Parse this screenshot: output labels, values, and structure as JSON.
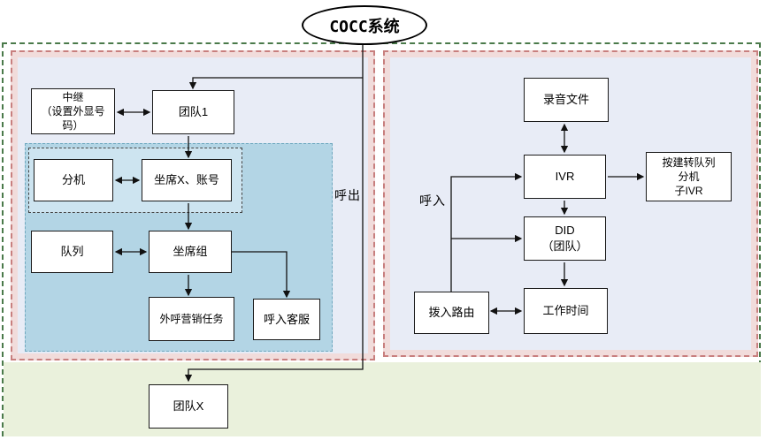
{
  "title": "COCC系统",
  "labels": {
    "outbound": "呼出",
    "inbound": "呼入"
  },
  "boxes": {
    "trunk": "中继\n（设置外显号\n码）",
    "team1": "团队1",
    "extension": "分机",
    "agent_x": "坐席X、账号",
    "queue": "队列",
    "agent_group": "坐席组",
    "outbound_task": "外呼营销任务",
    "inbound_service": "呼入客服",
    "team_x": "团队X",
    "recording": "录音文件",
    "ivr": "IVR",
    "key_transfer": "按建转队列\n分机\n子IVR",
    "did": "DID\n（团队）",
    "work_time": "工作时间",
    "dialin_route": "拨入路由"
  },
  "colors": {
    "outer_border": "#4a7a4a",
    "region_border": "#c87f7e",
    "region_fill": "#f1dcdb",
    "panel_fill": "#e8ecf6",
    "teal_fill": "#b3d5e5",
    "green_fill": "#eaf1dc"
  }
}
